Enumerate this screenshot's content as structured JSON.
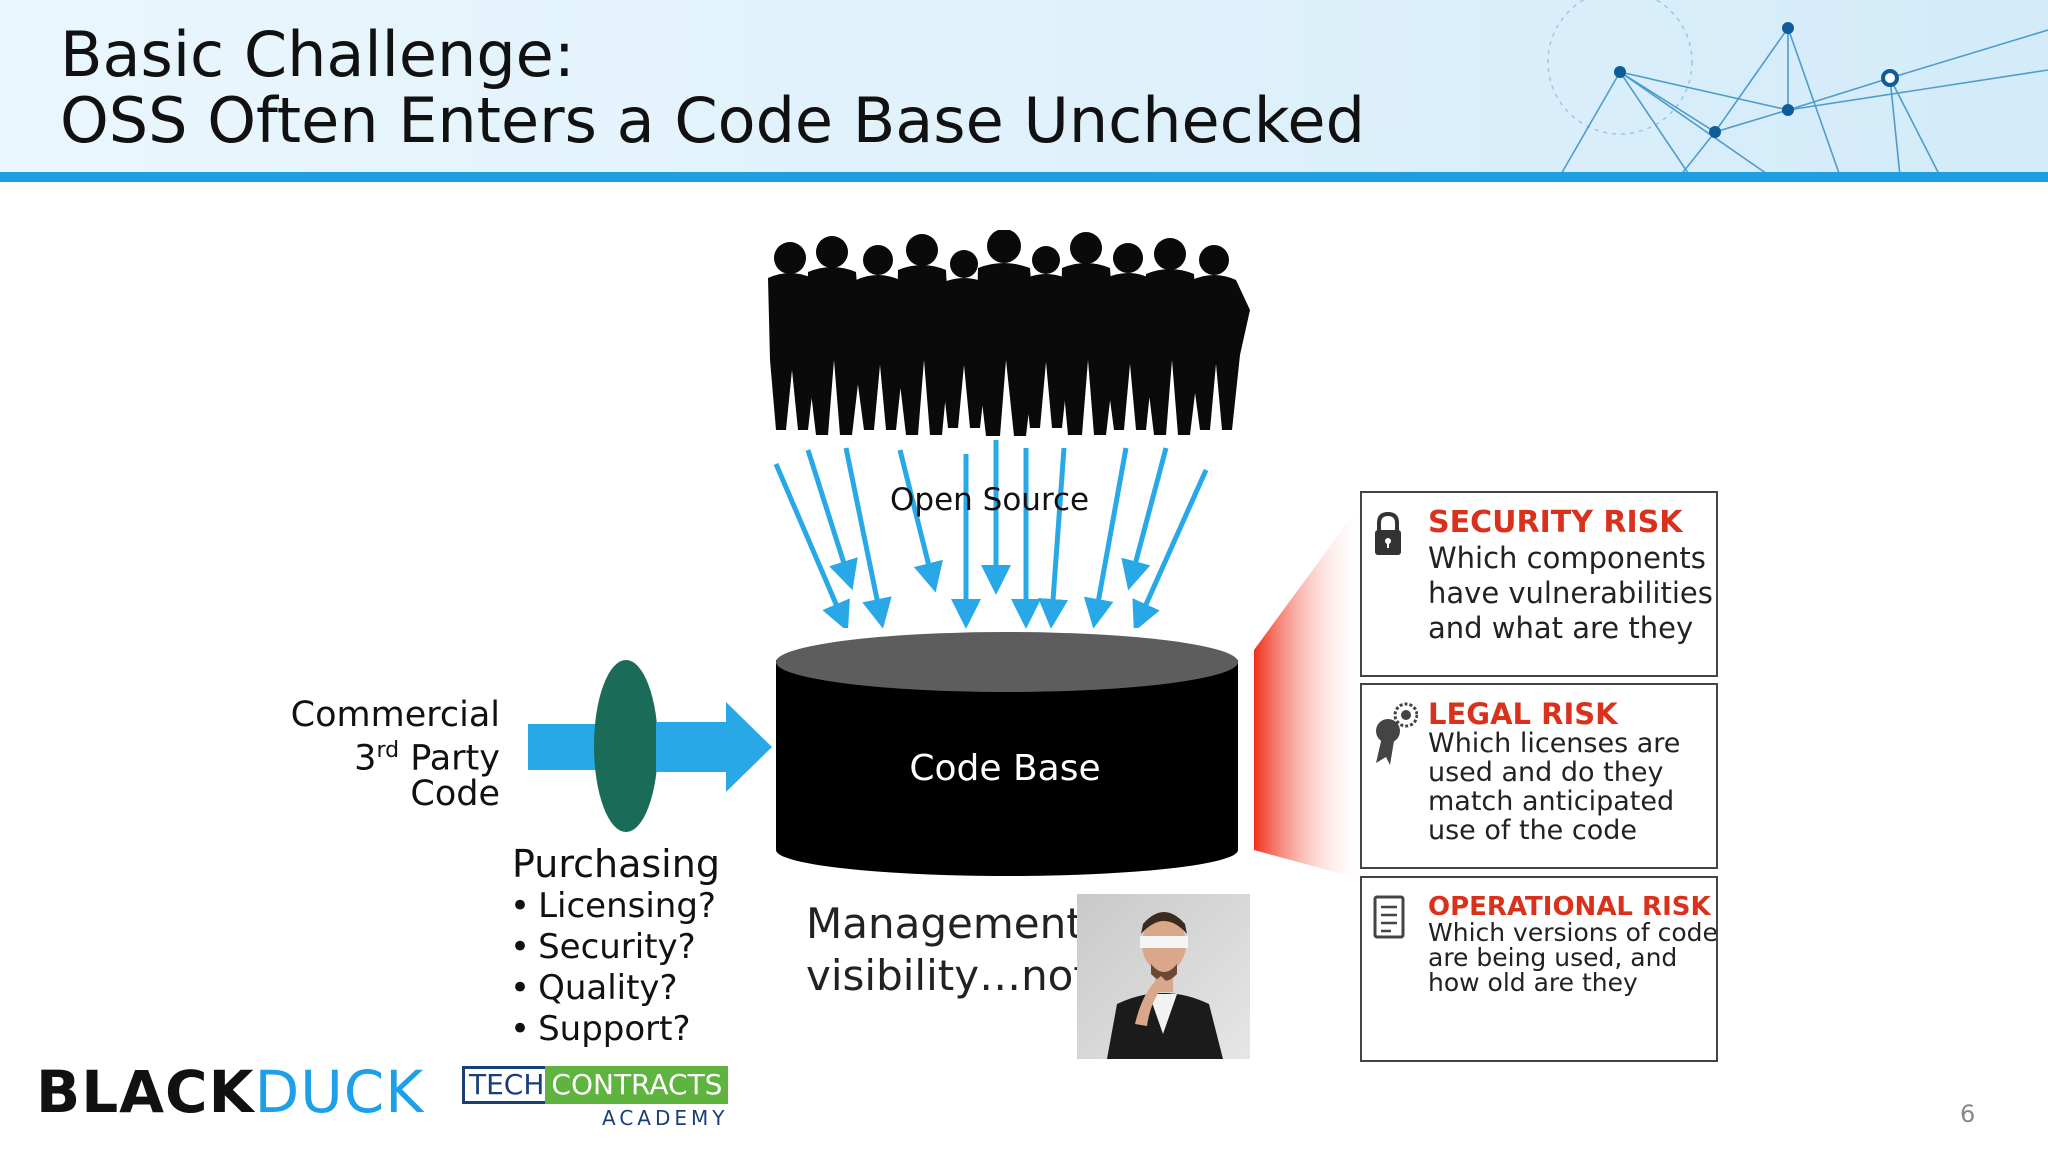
{
  "title": {
    "line1": "Basic Challenge:",
    "line2": "OSS Often Enters a Code Base Unchecked"
  },
  "diagram": {
    "open_source_label": "Open Source",
    "code_base_label": "Code Base",
    "commercial_line1": "Commercial",
    "commercial_line2_num": "3",
    "commercial_line2_sup": "rd",
    "commercial_line2_rest": " Party",
    "commercial_line3": "Code",
    "purchasing_title": "Purchasing",
    "purchasing_items": [
      "Licensing?",
      "Security?",
      "Quality?",
      "Support?"
    ],
    "management_line1": "Management",
    "management_line2": "visibility…not!"
  },
  "risks": [
    {
      "title": "SECURITY RISK",
      "description": "Which components have vulnerabilities and what are they",
      "icon": "lock-icon"
    },
    {
      "title": "LEGAL RISK",
      "description": "Which licenses are used and do they match anticipated use of the code",
      "icon": "award-ribbon-icon"
    },
    {
      "title": "OPERATIONAL RISK",
      "description": "Which versions of code are being used, and how old are they",
      "icon": "document-list-icon"
    }
  ],
  "footer": {
    "logo_black": "BLACK",
    "logo_duck": "DUCK",
    "tc_tech": "TECH",
    "tc_contracts": "CONTRACTS",
    "tc_academy": "ACADEMY",
    "slide_number": "6"
  },
  "colors": {
    "accent_blue": "#1e9fe3",
    "risk_red": "#d9311b",
    "gate_green": "#1a6b57"
  }
}
